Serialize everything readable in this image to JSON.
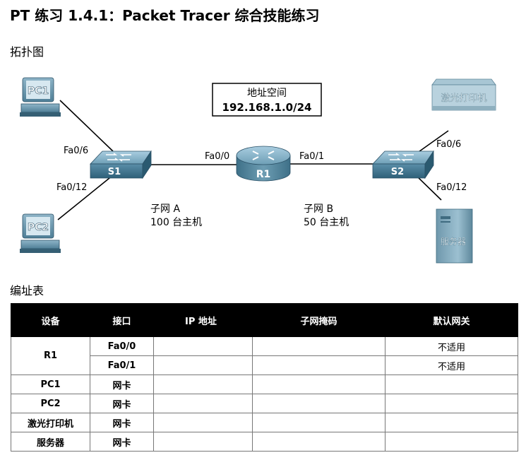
{
  "title": "PT 练习 1.4.1：Packet Tracer 综合技能练习",
  "topology": {
    "heading": "拓扑图",
    "address_space_label": "地址空间",
    "address_space_value": "192.168.1.0/24",
    "devices": {
      "pc1": "PC1",
      "pc2": "PC2",
      "s1": "S1",
      "s2": "S2",
      "r1": "R1",
      "printer": "激光打印机",
      "server": "服务器"
    },
    "ports": {
      "s1_pc1": "Fa0/6",
      "s1_pc2": "Fa0/12",
      "r1_s1": "Fa0/0",
      "r1_s2": "Fa0/1",
      "s2_printer": "Fa0/6",
      "s2_server": "Fa0/12"
    },
    "subnet_a": {
      "name": "子网 A",
      "hosts": "100 台主机"
    },
    "subnet_b": {
      "name": "子网 B",
      "hosts": "50 台主机"
    }
  },
  "addressing": {
    "heading": "编址表",
    "columns": [
      "设备",
      "接口",
      "IP 地址",
      "子网掩码",
      "默认网关"
    ],
    "rows": [
      {
        "device": "R1",
        "interface": "Fa0/0",
        "ip": "",
        "mask": "",
        "gateway": "不适用"
      },
      {
        "device": "",
        "interface": "Fa0/1",
        "ip": "",
        "mask": "",
        "gateway": "不适用"
      },
      {
        "device": "PC1",
        "interface": "网卡",
        "ip": "",
        "mask": "",
        "gateway": ""
      },
      {
        "device": "PC2",
        "interface": "网卡",
        "ip": "",
        "mask": "",
        "gateway": ""
      },
      {
        "device": "激光打印机",
        "interface": "网卡",
        "ip": "",
        "mask": "",
        "gateway": ""
      },
      {
        "device": "服务器",
        "interface": "网卡",
        "ip": "",
        "mask": "",
        "gateway": ""
      }
    ]
  }
}
